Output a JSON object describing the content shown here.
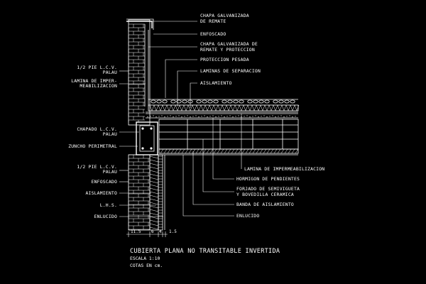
{
  "labels": {
    "chapa_remate": [
      "CHAPA GALVANIZADA",
      "DE REMATE"
    ],
    "enfoscado_top": "ENFOSCADO",
    "chapa_remate_prot": [
      "CHAPA GALVANIZADA DE",
      "REMATE Y PROTECCION"
    ],
    "proteccion_pesada": "PROTECCION PESADA",
    "laminas_separacion": "LAMINAS DE SEPARACION",
    "aislamiento_top": "AISLAMIENTO",
    "lamina_imperm": "LAMINA DE IMPERMEABILIZACION",
    "hormigon_pendientes": "HORMIGON DE PENDIENTES",
    "forjado": [
      "FORJADO DE SEMIVIGUETA",
      "Y BOVEDILLA CERAMICA"
    ],
    "banda_aislamiento": "BANDA DE AISLAMIENTO",
    "enlucido_right": "ENLUCIDO",
    "medio_pie_top": [
      "1/2 PIE L.C.V.",
      "PALAU"
    ],
    "lamina_imper_left": [
      "LAMINA DE IMPER-",
      "MEABILIZACION"
    ],
    "chapado": [
      "CHAPADO L.C.V.",
      "PALAU"
    ],
    "zuncho": "ZUNCHO PERIMETRAL",
    "medio_pie_bot": [
      "1/2 PIE L.C.V.",
      "PALAU"
    ],
    "enfoscado_left": "ENFOSCADO",
    "aislamiento_left": "AISLAMIENTO",
    "lhs": "L.H.S.",
    "enlucido_left": "ENLUCIDO"
  },
  "dimensions": [
    "11.5",
    "6",
    "4",
    "1.5"
  ],
  "title": "CUBIERTA PLANA NO TRANSITABLE INVERTIDA",
  "scale": "ESCALA 1:10",
  "units": "COTAS EN cm."
}
